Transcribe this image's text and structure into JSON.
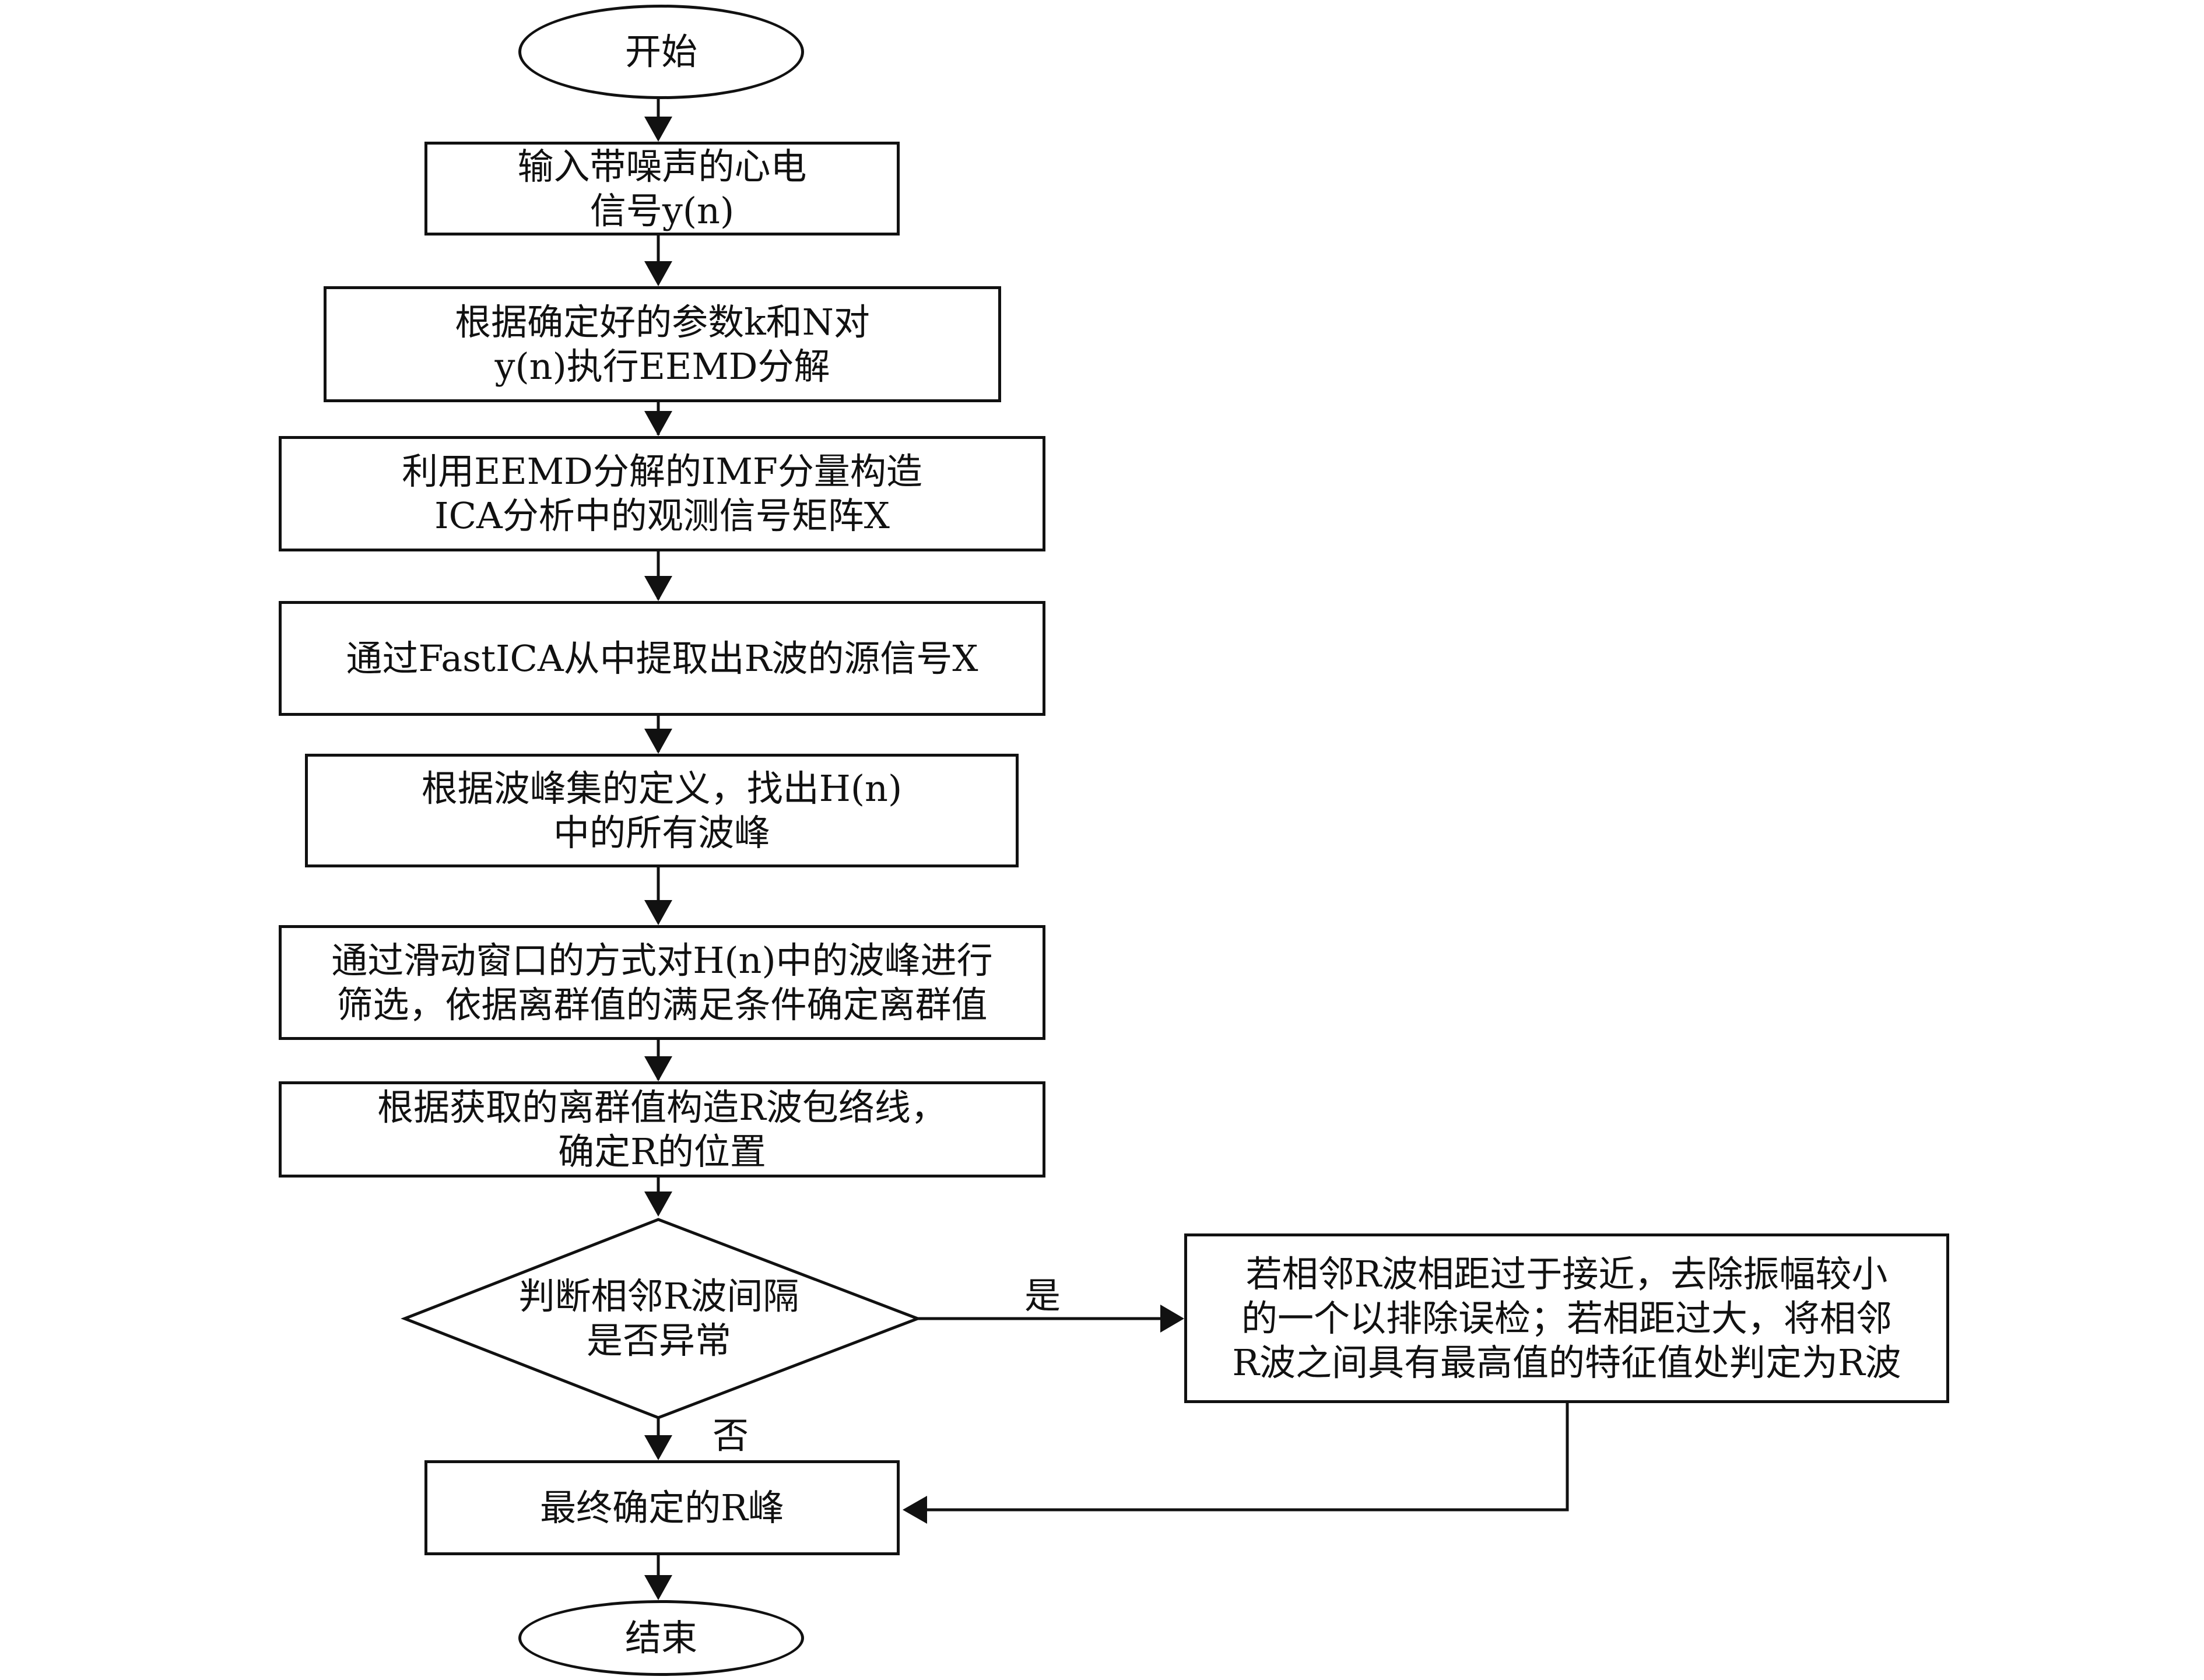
{
  "flowchart": {
    "start": "开始",
    "end": "结束",
    "steps": [
      {
        "lines": [
          "输入带噪声的心电",
          "信号y(n)"
        ]
      },
      {
        "lines": [
          "根据确定好的参数k和N对",
          "y(n)执行EEMD分解"
        ]
      },
      {
        "lines": [
          "利用EEMD分解的IMF分量构造",
          "ICA分析中的观测信号矩阵X"
        ]
      },
      {
        "lines": [
          "通过FastICA从中提取出R波的源信号X"
        ]
      },
      {
        "lines": [
          "根据波峰集的定义，找出H(n)",
          "中的所有波峰"
        ]
      },
      {
        "lines": [
          "通过滑动窗口的方式对H(n)中的波峰进行",
          "筛选，依据离群值的满足条件确定离群值"
        ]
      },
      {
        "lines": [
          "根据获取的离群值构造R波包络线，",
          "确定R的位置"
        ]
      }
    ],
    "decision": {
      "lines": [
        "判断相邻R波间隔",
        "是否异常"
      ]
    },
    "yes_label": "是",
    "no_label": "否",
    "correction": {
      "lines": [
        "若相邻R波相距过于接近，去除振幅较小",
        "的一个以排除误检；若相距过大，将相邻",
        "R波之间具有最高值的特征值处判定为R波"
      ]
    },
    "final": {
      "lines": [
        "最终确定的R峰"
      ]
    }
  }
}
